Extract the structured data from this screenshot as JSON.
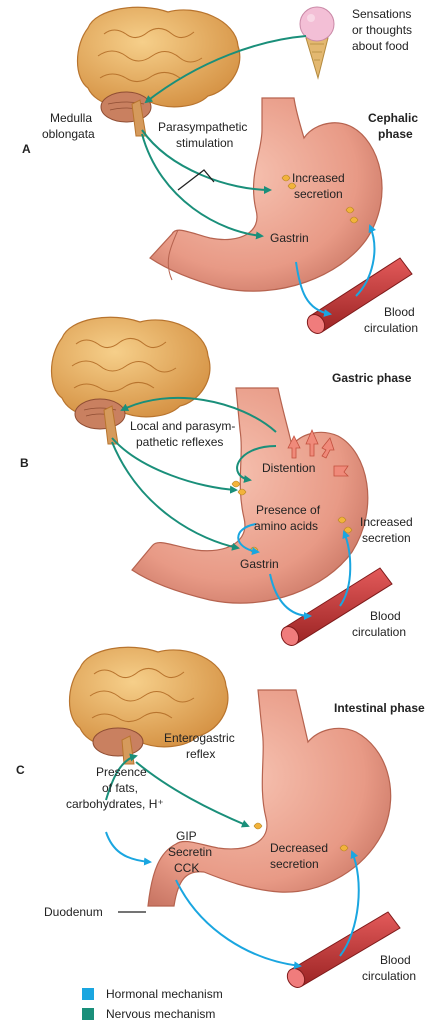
{
  "colors": {
    "hormonal": "#1aa6e0",
    "nervous": "#1a8f7a",
    "stomach": "#e89a86",
    "stomach_dark": "#c86e5c",
    "brain": "#e5a75a",
    "brain_dark": "#b8742e",
    "cerebellum": "#c98060",
    "vessel": "#c43a3a",
    "secretion": "#f2b33b"
  },
  "panel_a": {
    "letter": "A",
    "phase": [
      "Cephalic",
      "phase"
    ],
    "food": [
      "Sensations",
      "or thoughts",
      "about food"
    ],
    "medulla": [
      "Medulla",
      "oblongata"
    ],
    "para": [
      "Parasympathetic",
      "stimulation"
    ],
    "increased": [
      "Increased",
      "secretion"
    ],
    "gastrin": "Gastrin",
    "blood": [
      "Blood",
      "circulation"
    ]
  },
  "panel_b": {
    "letter": "B",
    "phase": "Gastric phase",
    "reflex": [
      "Local and parasym-",
      "pathetic reflexes"
    ],
    "distention": "Distention",
    "amino": [
      "Presence of",
      "amino acids"
    ],
    "increased": [
      "Increased",
      "secretion"
    ],
    "gastrin": "Gastrin",
    "blood": [
      "Blood",
      "circulation"
    ]
  },
  "panel_c": {
    "letter": "C",
    "phase": "Intestinal phase",
    "entero": [
      "Enterogastric",
      "reflex"
    ],
    "presence": [
      "Presence",
      "of fats,",
      "carbohydrates, H⁺"
    ],
    "hormones": [
      "GIP",
      "Secretin",
      "CCK"
    ],
    "decreased": [
      "Decreased",
      "secretion"
    ],
    "duodenum": "Duodenum",
    "blood": [
      "Blood",
      "circulation"
    ]
  },
  "legend": {
    "hormonal": "Hormonal mechanism",
    "nervous": "Nervous mechanism"
  }
}
